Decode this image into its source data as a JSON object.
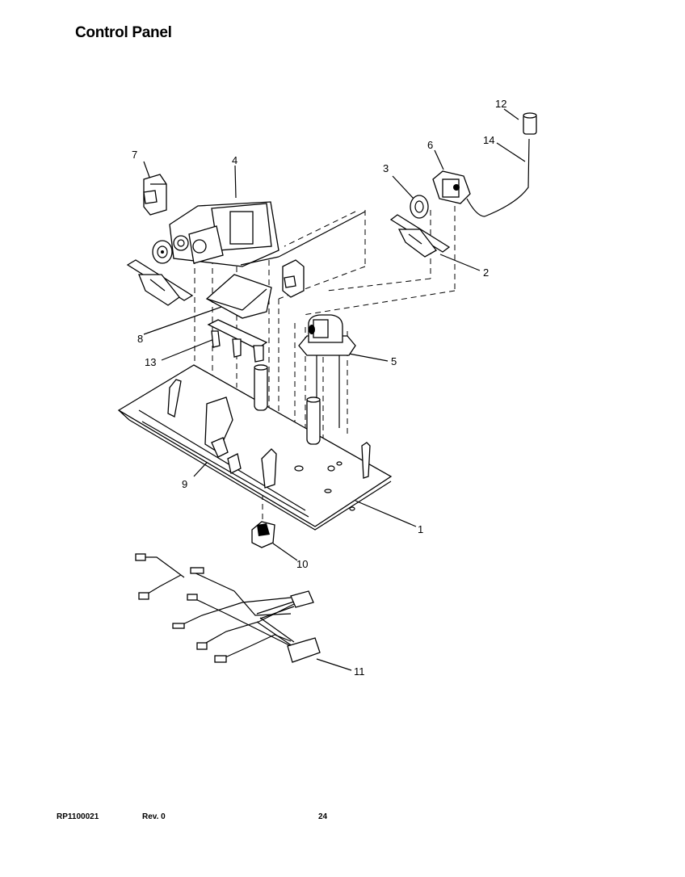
{
  "page": {
    "title": "Control Panel",
    "footer": {
      "doc_id": "RP1100021",
      "revision": "Rev. 0",
      "page_number": "24"
    }
  },
  "callouts": [
    "1",
    "2",
    "3",
    "4",
    "5",
    "6",
    "7",
    "8",
    "9",
    "10",
    "11",
    "12",
    "13",
    "14"
  ]
}
